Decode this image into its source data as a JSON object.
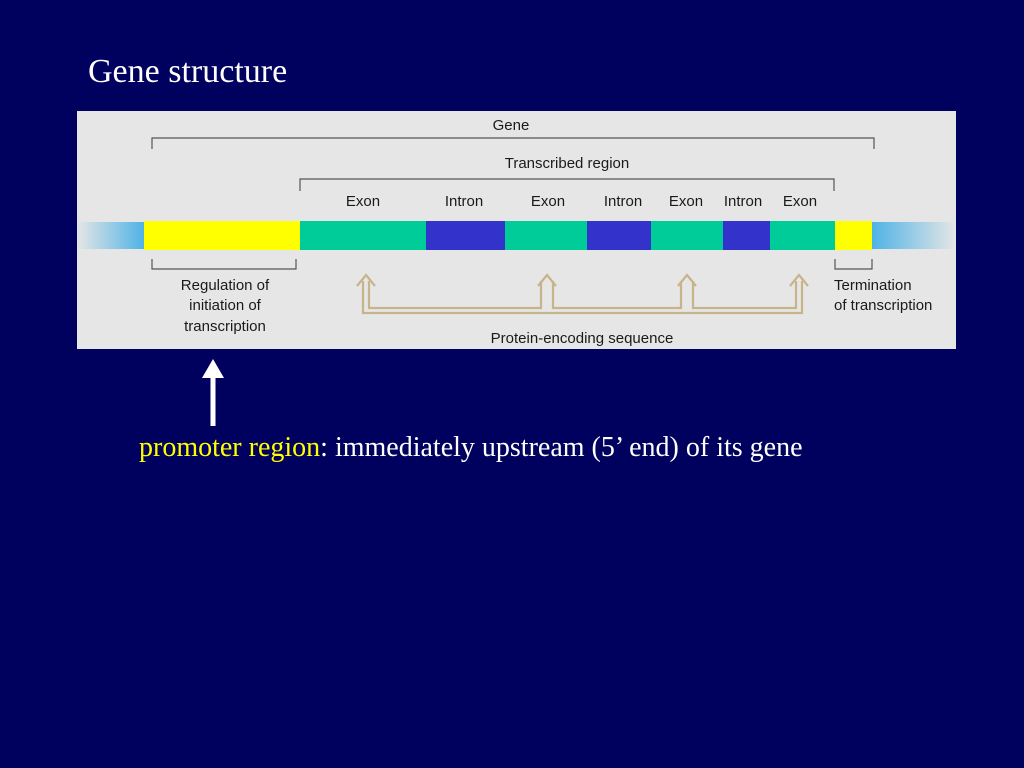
{
  "slide": {
    "title": "Gene structure",
    "caption": {
      "term": "promoter region",
      "rest": ": immediately upstream (5’ end) of its gene"
    }
  },
  "figure": {
    "labels": {
      "gene": "Gene",
      "transcribed_region": "Transcribed region",
      "regulation": [
        "Regulation of",
        "initiation of",
        "transcription"
      ],
      "termination": [
        "Termination",
        "of transcription"
      ],
      "protein_encoding": "Protein-encoding sequence"
    },
    "segments": [
      {
        "label": "",
        "kind": "promoter",
        "color": "#ffff00"
      },
      {
        "label": "Exon",
        "kind": "exon",
        "color": "#00cc99"
      },
      {
        "label": "Intron",
        "kind": "intron",
        "color": "#3333cc"
      },
      {
        "label": "Exon",
        "kind": "exon",
        "color": "#00cc99"
      },
      {
        "label": "Intron",
        "kind": "intron",
        "color": "#3333cc"
      },
      {
        "label": "Exon",
        "kind": "exon",
        "color": "#00cc99"
      },
      {
        "label": "Intron",
        "kind": "intron",
        "color": "#3333cc"
      },
      {
        "label": "Exon",
        "kind": "exon",
        "color": "#00cc99"
      },
      {
        "label": "",
        "kind": "terminator",
        "color": "#ffff00"
      }
    ],
    "colors": {
      "bracket": "#555555",
      "protein_arrow": "#c8b48a",
      "dna_flank": "#4fb3e6"
    }
  },
  "icons": {
    "pointer": "up-arrow-icon"
  }
}
